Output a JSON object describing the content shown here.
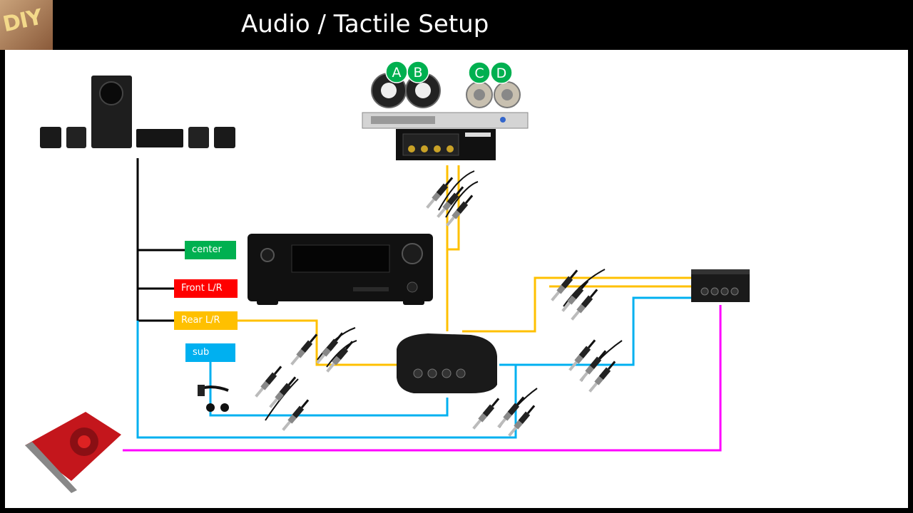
{
  "header": {
    "title": "Audio / Tactile Setup",
    "logo_text": "DIY"
  },
  "labels": {
    "center": "center",
    "front": "Front L/R",
    "rear": "Rear L/R",
    "sub": "sub"
  },
  "transducers": [
    "A",
    "B",
    "C",
    "D"
  ],
  "colors": {
    "center": "#00b050",
    "front": "#ff0000",
    "rear": "#ffc000",
    "sub": "#00b0f0",
    "magenta": "#ff00ff",
    "black": "#000000",
    "badge": "#00b050"
  }
}
